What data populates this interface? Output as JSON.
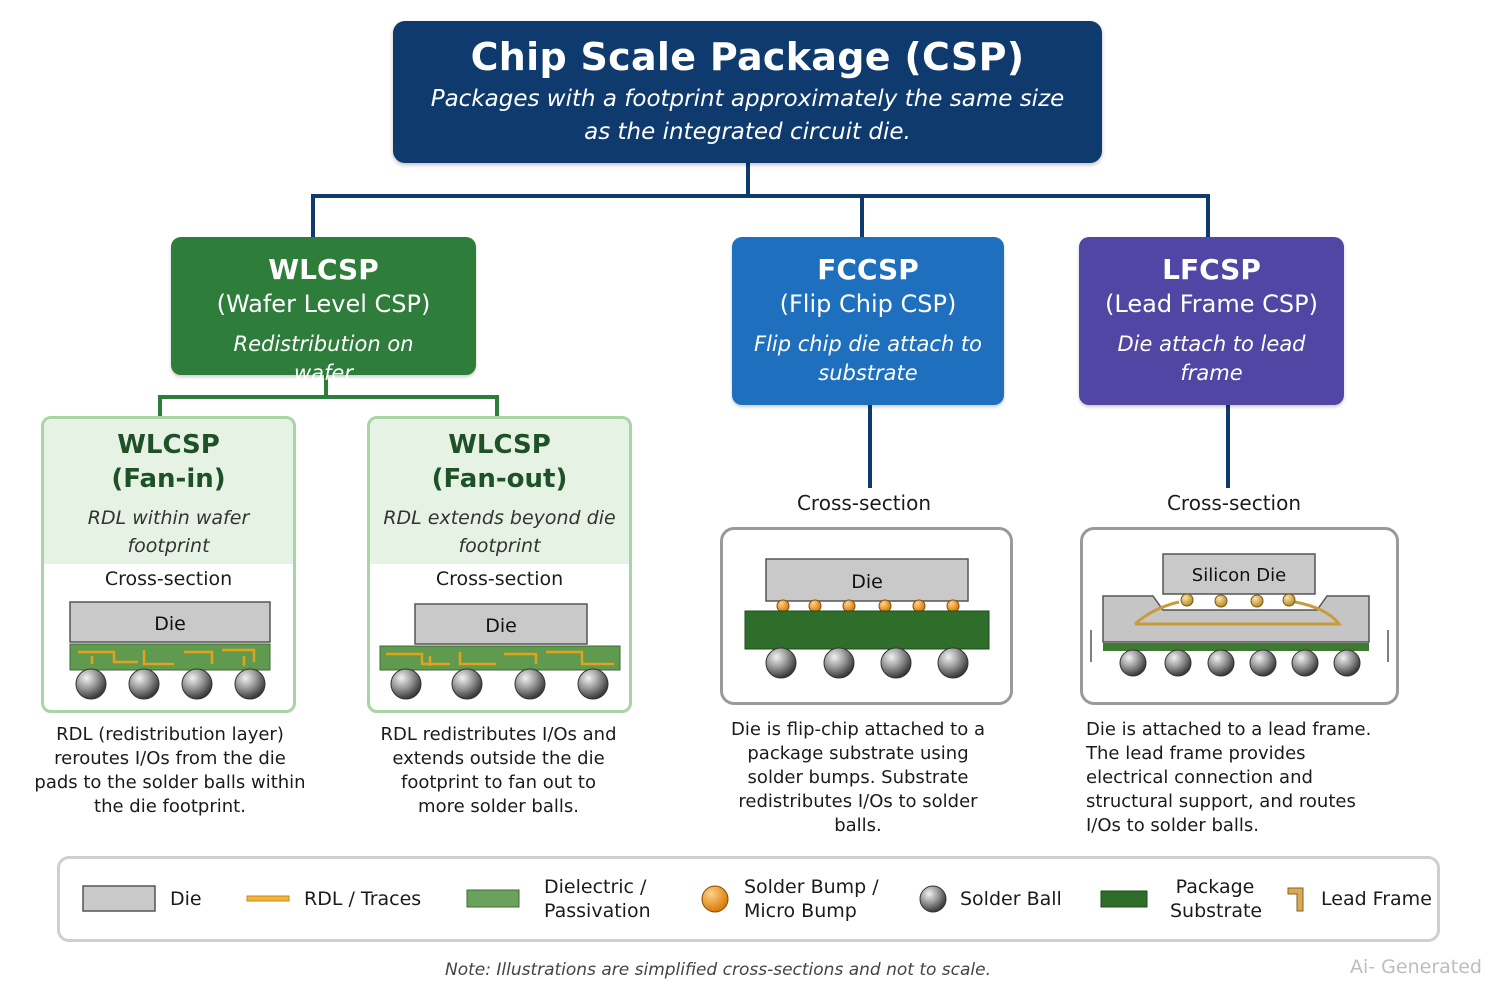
{
  "root": {
    "title": "Chip Scale Package (CSP)",
    "subtitle": "Packages with a footprint approximately the same size as the integrated circuit die."
  },
  "categories": {
    "wlcsp": {
      "title": "WLCSP",
      "paren": "(Wafer Level CSP)",
      "desc": "Redistribution on wafer",
      "color": "#2e7d3b"
    },
    "fccsp": {
      "title": "FCCSP",
      "paren": "(Flip Chip CSP)",
      "desc": "Flip chip die attach to substrate",
      "color": "#1e6fbe"
    },
    "lfcsp": {
      "title": "LFCSP",
      "paren": "(Lead Frame CSP)",
      "desc": "Die attach to lead frame",
      "color": "#5146a3"
    }
  },
  "sub": {
    "fanin": {
      "title1": "WLCSP",
      "title2": "(Fan-in)",
      "desc": "RDL within wafer footprint",
      "xs": "Cross-section",
      "die": "Die",
      "caption": "RDL (redistribution layer) reroutes I/Os from the die pads to the solder balls within the die footprint."
    },
    "fanout": {
      "title1": "WLCSP",
      "title2": "(Fan-out)",
      "desc": "RDL extends beyond die footprint",
      "xs": "Cross-section",
      "die": "Die",
      "caption": "RDL redistributes I/Os and extends outside the die footprint to fan out to more solder balls."
    }
  },
  "fccsp_xs": {
    "label": "Cross-section",
    "die": "Die",
    "caption": "Die is flip-chip attached to a package substrate using solder bumps. Substrate redistributes I/Os to solder balls."
  },
  "lfcsp_xs": {
    "label": "Cross-section",
    "die": "Silicon Die",
    "caption": "Die is attached to a lead frame. The lead frame provides electrical connection and structural support, and routes I/Os to solder balls."
  },
  "legend": [
    {
      "icon": "die-swatch-icon",
      "label": "Die"
    },
    {
      "icon": "rdl-trace-icon",
      "label": "RDL / Traces"
    },
    {
      "icon": "dielectric-swatch-icon",
      "label": "Dielectric / Passivation"
    },
    {
      "icon": "solder-bump-icon",
      "label": "Solder Bump / Micro Bump"
    },
    {
      "icon": "solder-ball-icon",
      "label": "Solder Ball"
    },
    {
      "icon": "substrate-swatch-icon",
      "label": "Package Substrate"
    },
    {
      "icon": "lead-frame-icon",
      "label": "Lead Frame"
    }
  ],
  "note": "Note: Illustrations are simplified cross-sections and not to scale.",
  "watermark": "Ai- Generated"
}
